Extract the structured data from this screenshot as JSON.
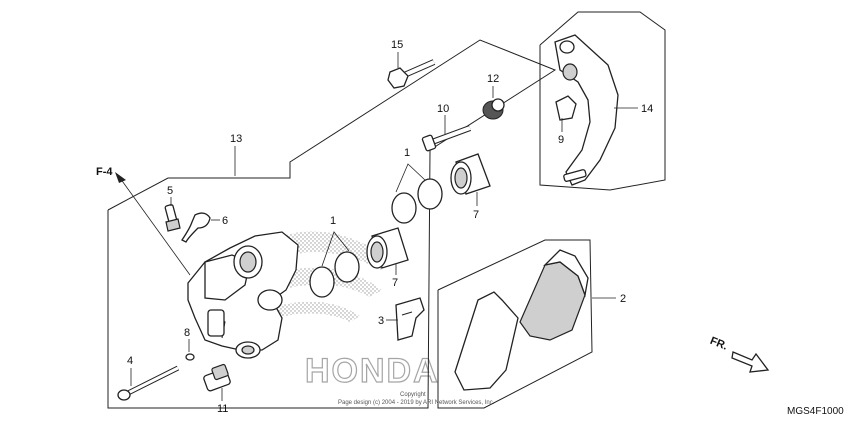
{
  "diagram": {
    "code": "MGS4F1000",
    "reference": "F-4",
    "direction": "FR.",
    "watermark": "HONDA",
    "copyright_line1": "Copyright",
    "copyright_line2": "Page design (c) 2004 - 2019 by ARI Network Services, Inc.",
    "callouts": {
      "c1a": "1",
      "c1b": "1",
      "c2": "2",
      "c3": "3",
      "c4": "4",
      "c5": "5",
      "c6": "6",
      "c7a": "7",
      "c7b": "7",
      "c8": "8",
      "c9": "9",
      "c10": "10",
      "c11": "11",
      "c12": "12",
      "c13": "13",
      "c14": "14",
      "c15": "15"
    }
  }
}
